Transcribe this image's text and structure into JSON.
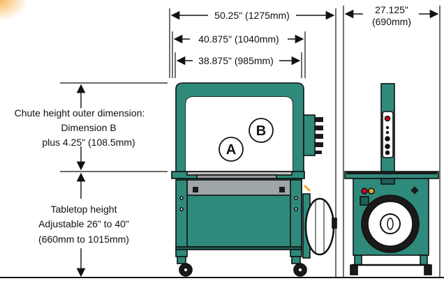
{
  "dimensions": {
    "overall_width": "50.25\" (1275mm)",
    "frame_width": "40.875\" (1040mm)",
    "inner_width": "38.875\" (985mm)",
    "depth_line1": "27.125\"",
    "depth_line2": "(690mm)"
  },
  "chute_label": {
    "line1": "Chute height outer dimension:",
    "line2": "Dimension B",
    "line3": "plus 4.25\" (108.5mm)"
  },
  "tabletop_label": {
    "line1": "Tabletop height",
    "line2": "Adjustable 26\" to 40\"",
    "line3": "(660mm to 1015mm)"
  },
  "markers": {
    "a": "A",
    "b": "B"
  },
  "colors": {
    "machine_teal": "#2f8a7c",
    "machine_dark": "#1f5f56",
    "accent_orange": "#f5a623",
    "ink": "#111111"
  }
}
